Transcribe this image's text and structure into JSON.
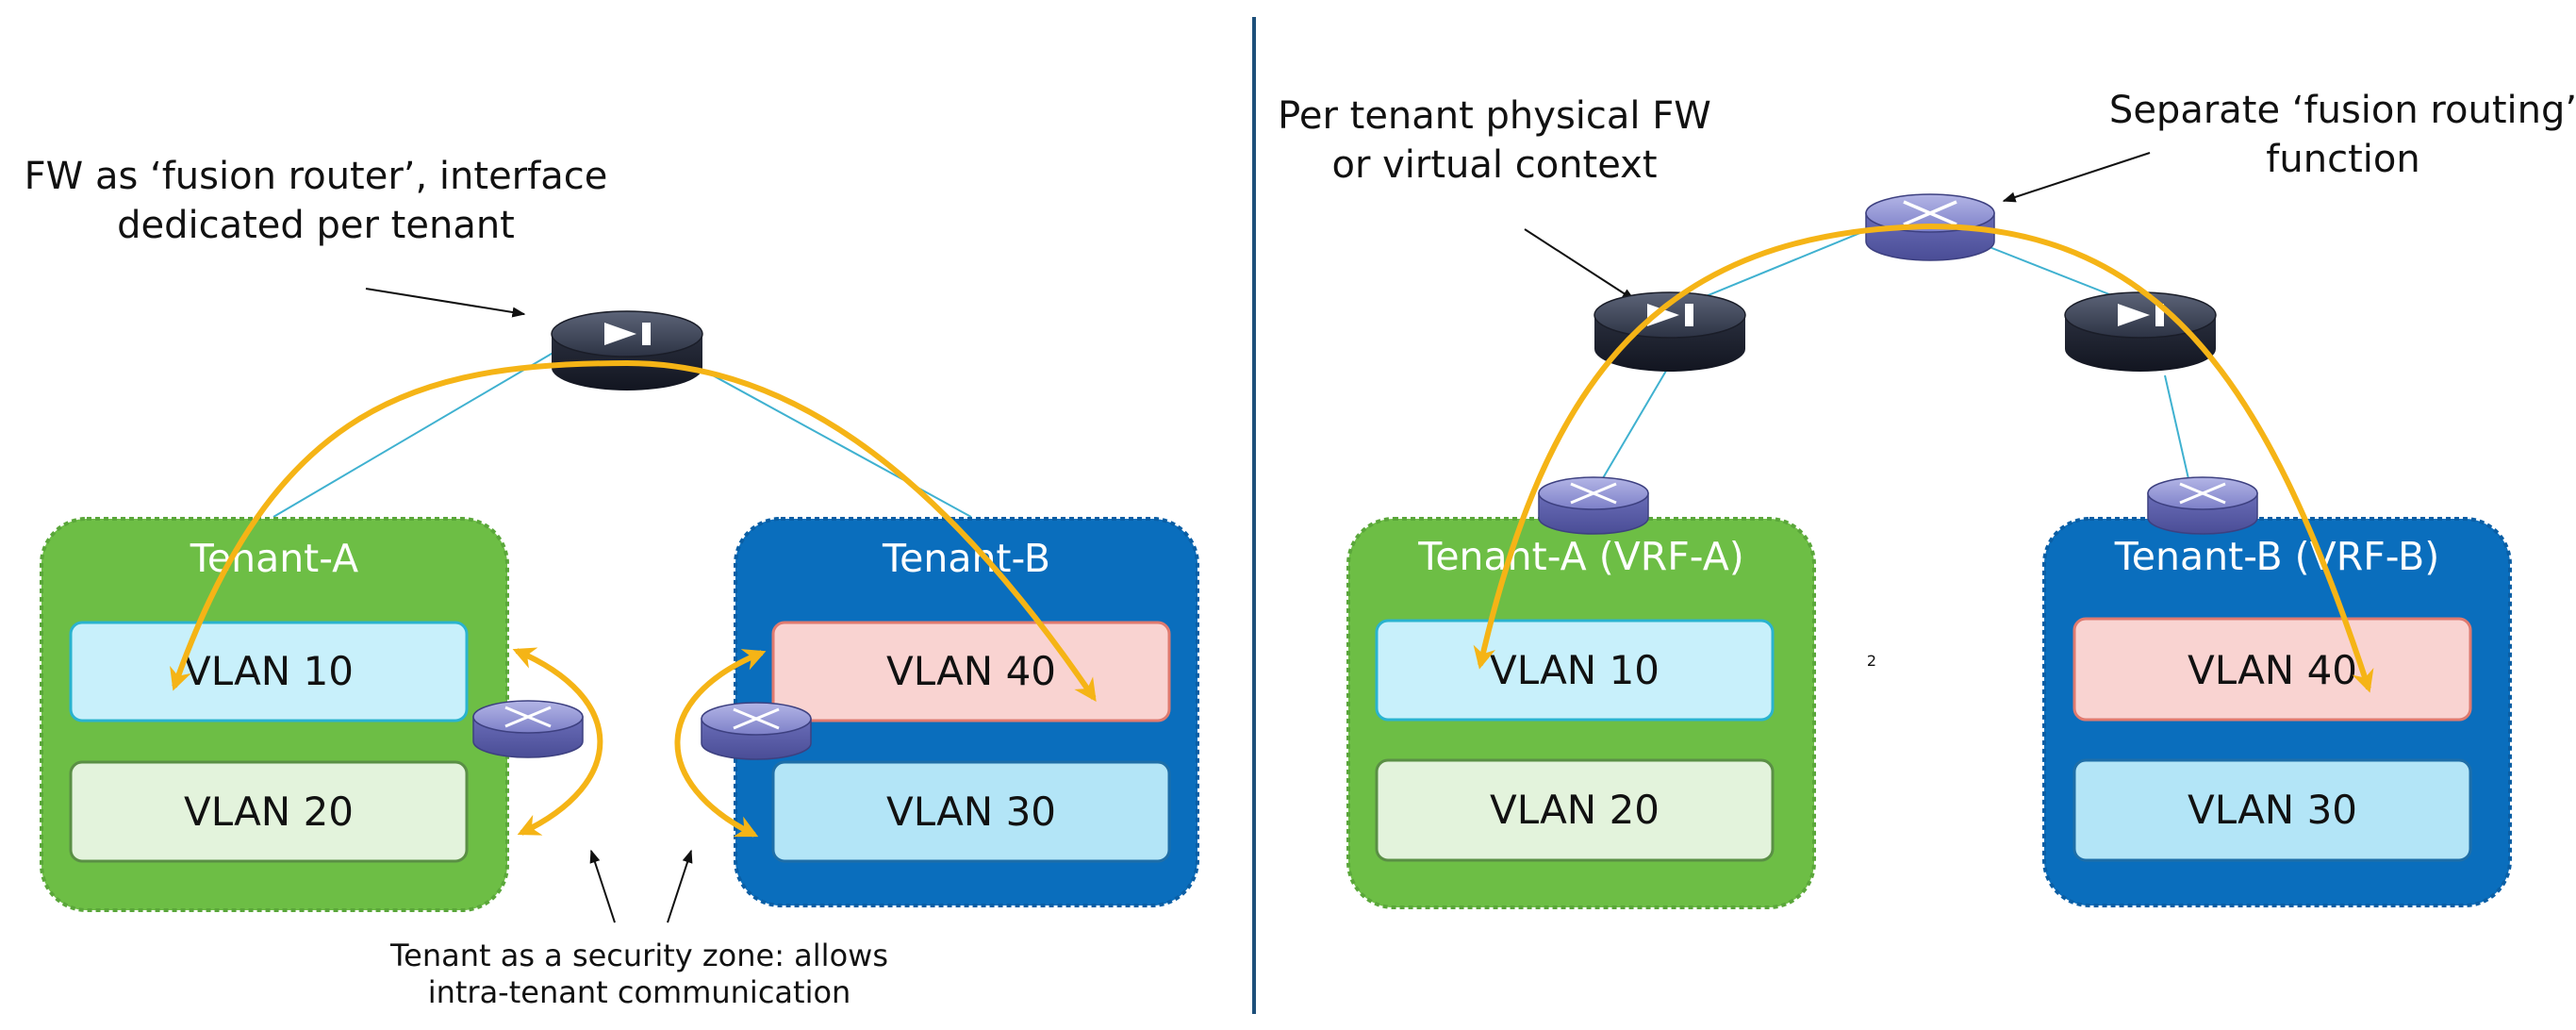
{
  "left_panel": {
    "title_line1": "FW as ‘fusion router’, interface",
    "title_line2": "dedicated per tenant",
    "bottom_note_line1": "Tenant as a security zone: allows",
    "bottom_note_line2": "intra-tenant communication",
    "tenant_a": {
      "title": "Tenant-A",
      "vlans": [
        "VLAN 10",
        "VLAN 20"
      ]
    },
    "tenant_b": {
      "title": "Tenant-B",
      "vlans": [
        "VLAN 40",
        "VLAN 30"
      ]
    }
  },
  "right_panel": {
    "fw_label_line1": "Per tenant physical FW",
    "fw_label_line2": "or virtual context",
    "fusion_label_line1": "Separate ‘fusion routing’",
    "fusion_label_line2": "function",
    "page_number": "2",
    "tenant_a": {
      "title": "Tenant-A (VRF-A)",
      "vlans": [
        "VLAN 10",
        "VLAN 20"
      ]
    },
    "tenant_b": {
      "title": "Tenant-B (VRF-B)",
      "vlans": [
        "VLAN 40",
        "VLAN 30"
      ]
    }
  },
  "colors": {
    "tenant_a_fill": "#6dbe45",
    "tenant_b_fill": "#0a6ebd",
    "vlan_light_blue": "#c8f0fb",
    "vlan_light_green": "#e3f3dc",
    "vlan_pink": "#f9d3d1",
    "vlan_blue": "#b3e5f7",
    "traffic_arrow": "#f5b416",
    "link_line": "#3fb1d0",
    "divider": "#1d4f7a"
  },
  "icons": [
    "firewall-icon",
    "router-icon"
  ]
}
